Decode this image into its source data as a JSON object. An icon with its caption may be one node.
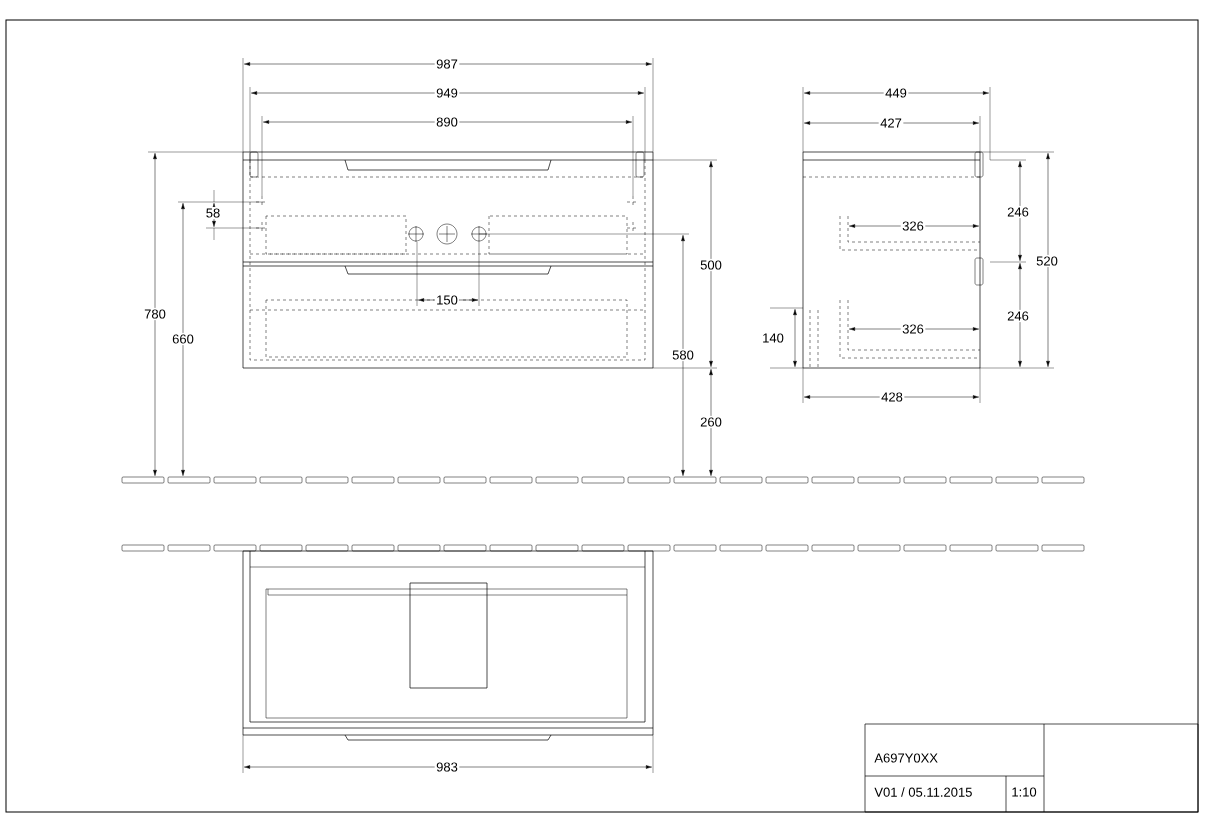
{
  "diagram": {
    "labels": [
      "987",
      "949",
      "890",
      "449",
      "427",
      "58",
      "246",
      "520",
      "326",
      "500",
      "780",
      "660",
      "150",
      "580",
      "140",
      "326",
      "246",
      "428",
      "260",
      "983",
      "A697Y0XX",
      "V01 / 05.11.2015",
      "1:10"
    ]
  }
}
